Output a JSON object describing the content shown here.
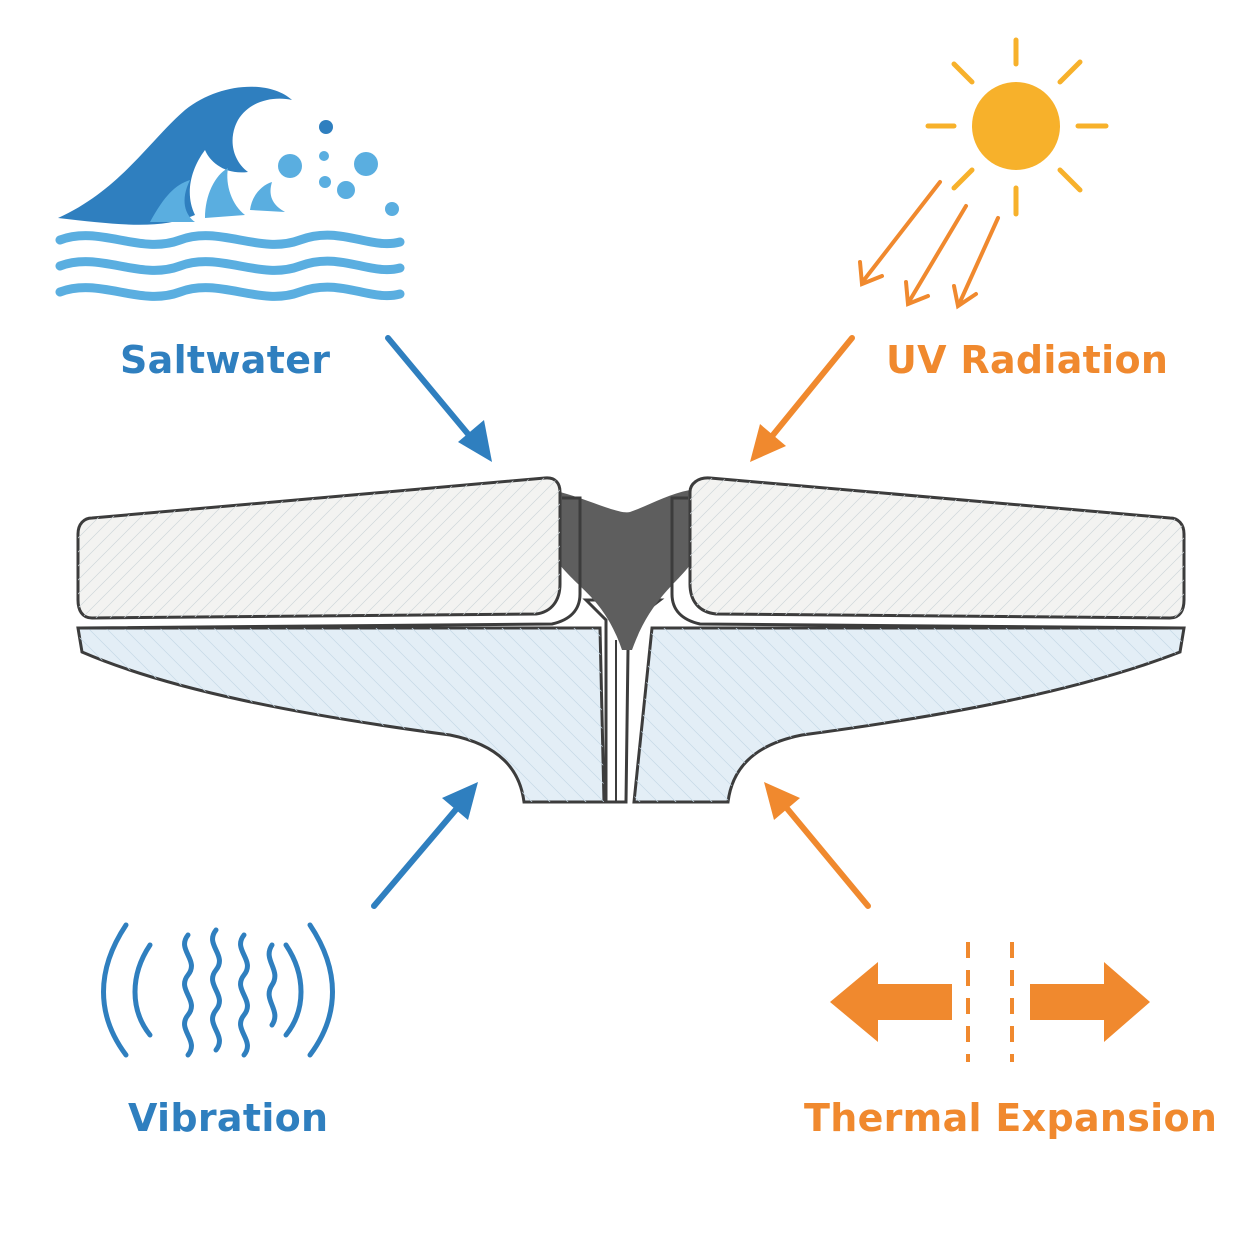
{
  "labels": {
    "saltwater": "Saltwater",
    "uv": "UV Radiation",
    "vibration": "Vibration",
    "thermal": "Thermal Expansion"
  },
  "colors": {
    "blue": "#2f7fbf",
    "blue_light": "#5aaee0",
    "orange": "#f0892e",
    "sun": "#f7b12b",
    "sealant": "#5e5e5e",
    "panel_outline": "#3c3c3c",
    "panel_top_fill": "#f3f3f1",
    "panel_bottom_fill": "#e3eef6"
  },
  "icons": {
    "saltwater": "wave-icon",
    "uv": "sun-icon",
    "vibration": "vibration-icon",
    "thermal": "expansion-arrows-icon"
  }
}
